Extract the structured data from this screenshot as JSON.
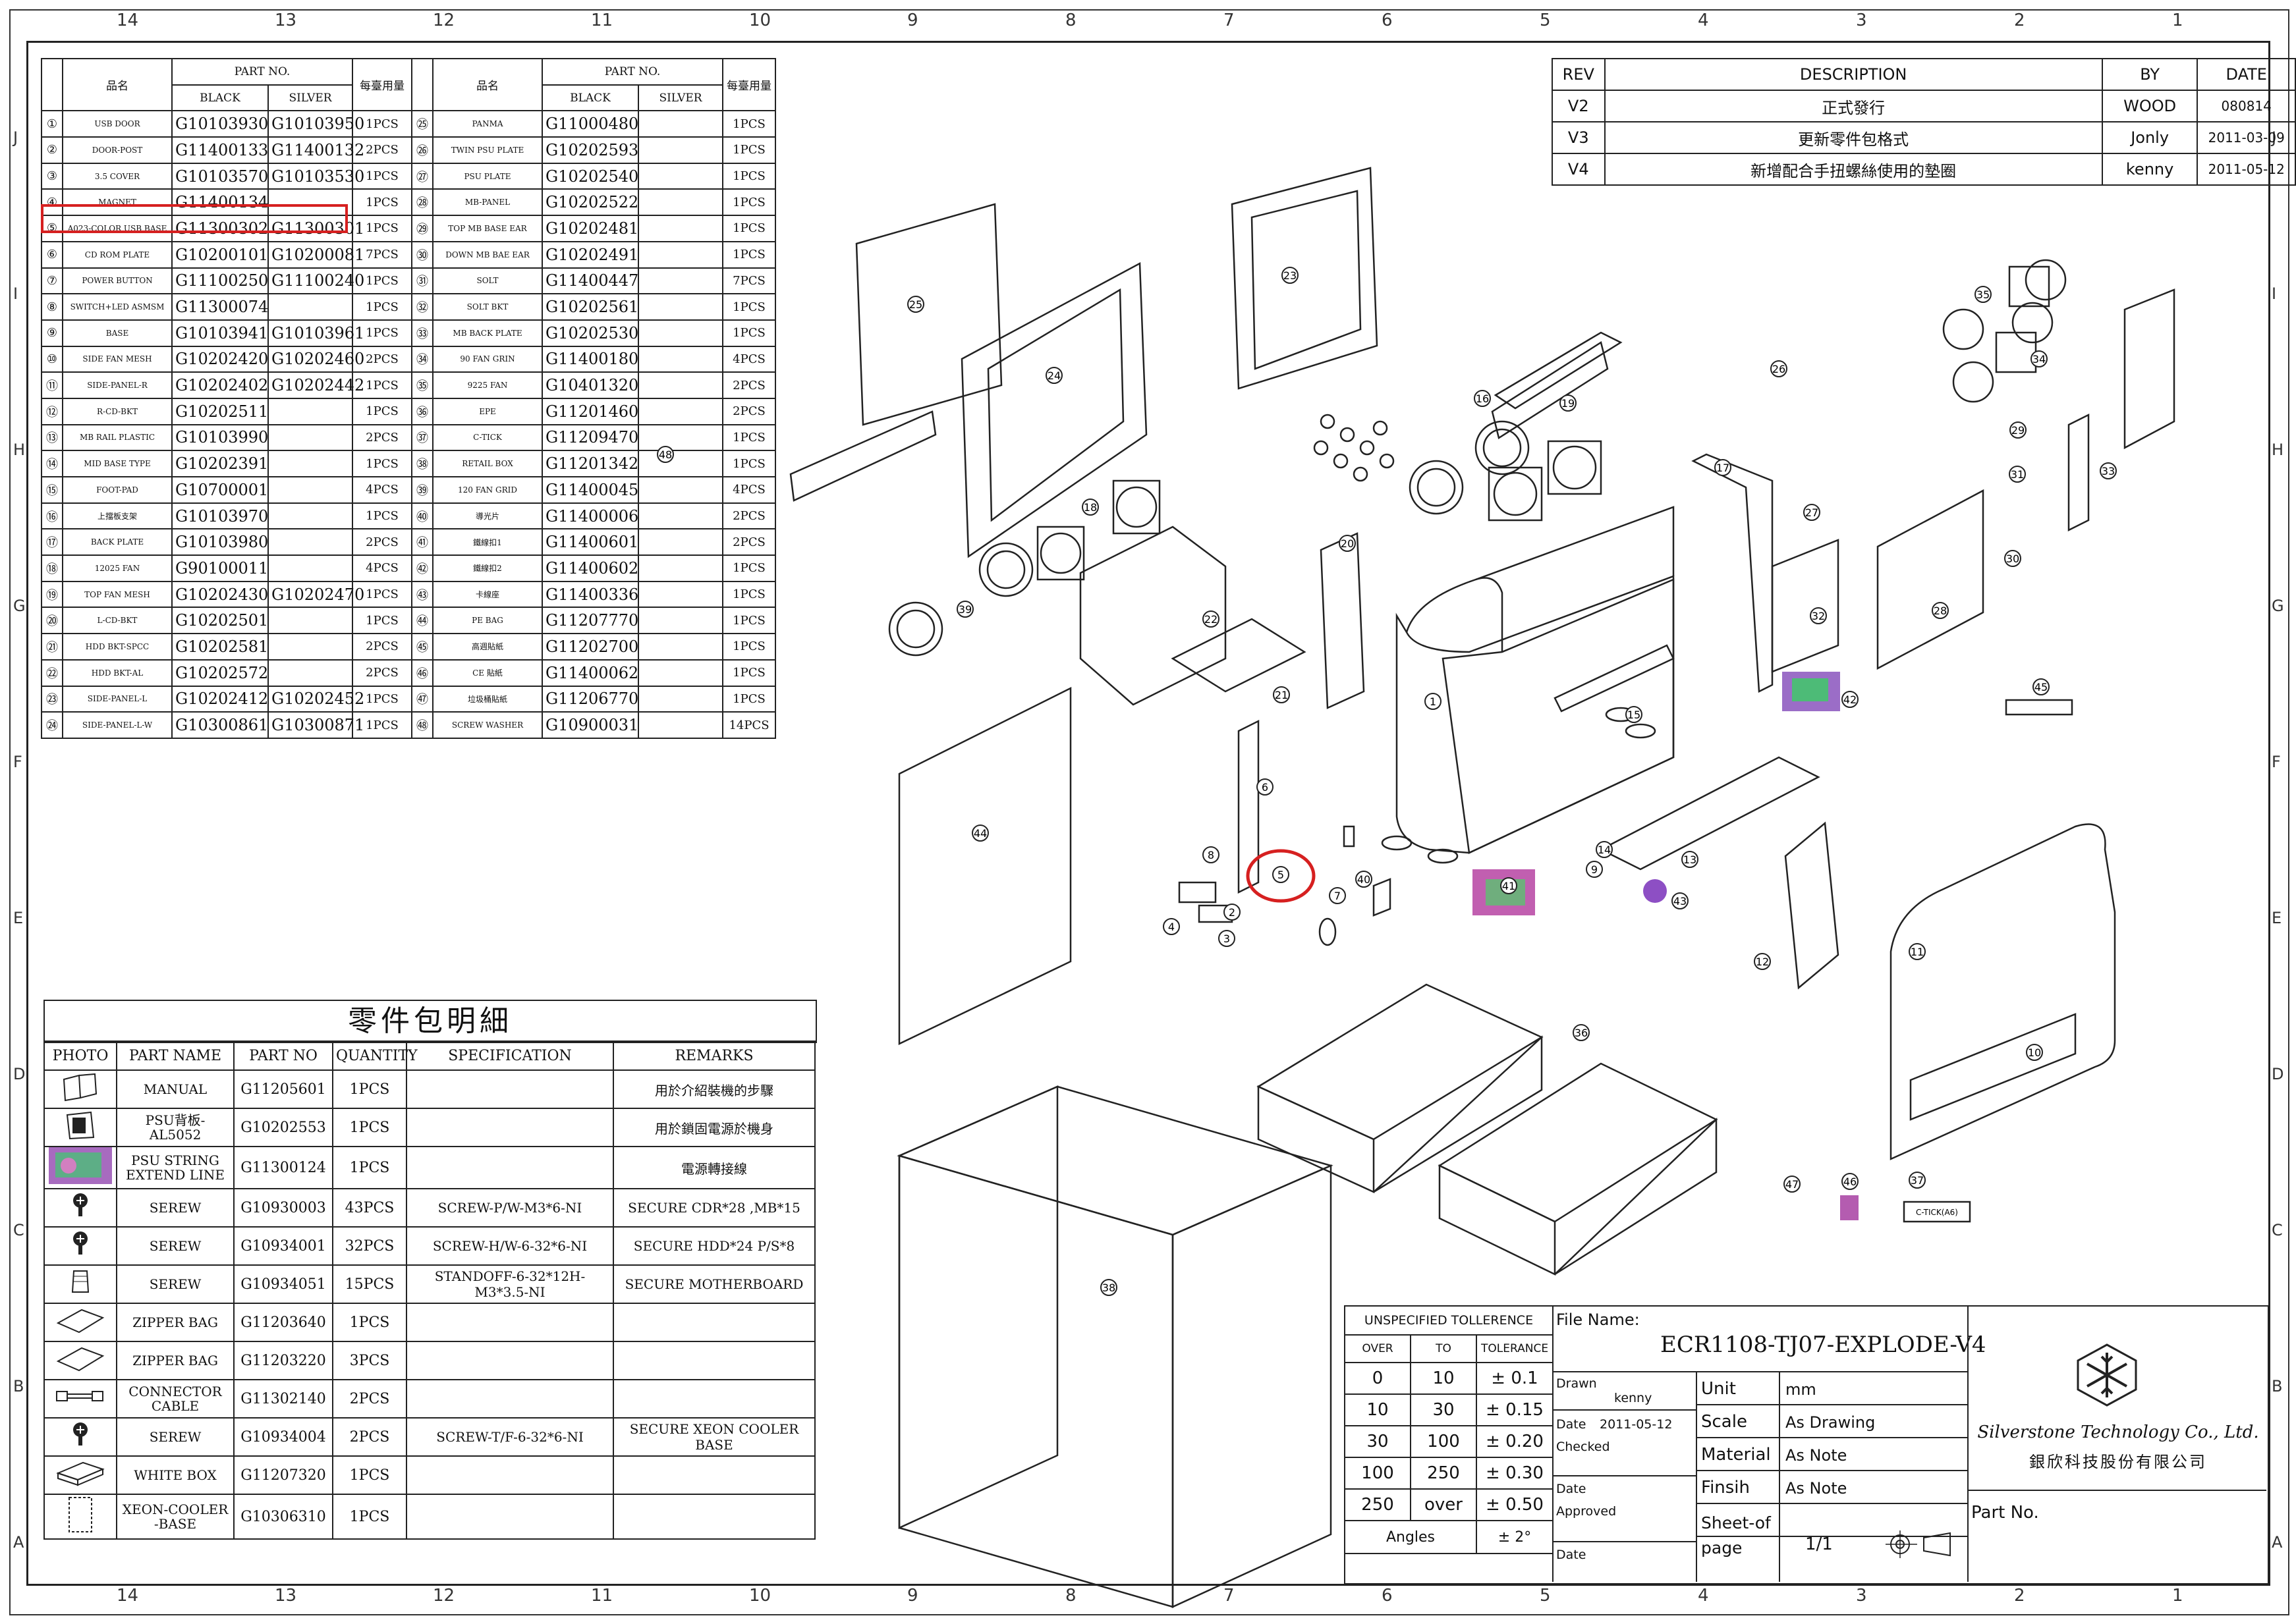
{
  "zones": {
    "columns": [
      "14",
      "13",
      "12",
      "11",
      "10",
      "9",
      "8",
      "7",
      "6",
      "5",
      "4",
      "3",
      "2",
      "1"
    ],
    "rows": [
      "J",
      "I",
      "H",
      "G",
      "F",
      "E",
      "D",
      "C",
      "B",
      "A"
    ]
  },
  "parts_table": {
    "header": {
      "name": "品名",
      "part_no": "PART NO.",
      "black": "BLACK",
      "silver": "SILVER",
      "qty": "每臺用量"
    },
    "left": [
      {
        "no": "①",
        "name": "USB DOOR",
        "black": "G10103930",
        "silver": "G10103950",
        "qty": "1PCS"
      },
      {
        "no": "②",
        "name": "DOOR-POST",
        "black": "G11400133",
        "silver": "G11400132",
        "qty": "2PCS"
      },
      {
        "no": "③",
        "name": "3.5 COVER",
        "black": "G10103570",
        "silver": "G10103530",
        "qty": "1PCS"
      },
      {
        "no": "④",
        "name": "MAGNET",
        "black": "G11400134",
        "silver": "",
        "qty": "1PCS"
      },
      {
        "no": "⑤",
        "name": "A023-COLOR USB BASE",
        "black": "G11300302",
        "silver": "G11300301",
        "qty": "1PCS"
      },
      {
        "no": "⑥",
        "name": "CD ROM PLATE",
        "black": "G10200101",
        "silver": "G10200081",
        "qty": "7PCS"
      },
      {
        "no": "⑦",
        "name": "POWER BUTTON",
        "black": "G11100250",
        "silver": "G11100240",
        "qty": "1PCS"
      },
      {
        "no": "⑧",
        "name": "SWITCH+LED ASMSM",
        "black": "G11300074",
        "silver": "",
        "qty": "1PCS"
      },
      {
        "no": "⑨",
        "name": "BASE",
        "black": "G10103941",
        "silver": "G10103961",
        "qty": "1PCS"
      },
      {
        "no": "⑩",
        "name": "SIDE FAN MESH",
        "black": "G10202420",
        "silver": "G10202460",
        "qty": "2PCS"
      },
      {
        "no": "⑪",
        "name": "SIDE-PANEL-R",
        "black": "G10202402",
        "silver": "G10202442",
        "qty": "1PCS"
      },
      {
        "no": "⑫",
        "name": "R-CD-BKT",
        "black": "G10202511",
        "silver": "",
        "qty": "1PCS"
      },
      {
        "no": "⑬",
        "name": "MB RAIL PLASTIC",
        "black": "G10103990",
        "silver": "",
        "qty": "2PCS"
      },
      {
        "no": "⑭",
        "name": "MID BASE TYPE",
        "black": "G10202391",
        "silver": "",
        "qty": "1PCS"
      },
      {
        "no": "⑮",
        "name": "FOOT-PAD",
        "black": "G10700001",
        "silver": "",
        "qty": "4PCS"
      },
      {
        "no": "⑯",
        "name": "上擋板支架",
        "black": "G10103970",
        "silver": "",
        "qty": "1PCS"
      },
      {
        "no": "⑰",
        "name": "BACK PLATE",
        "black": "G10103980",
        "silver": "",
        "qty": "2PCS"
      },
      {
        "no": "⑱",
        "name": "12025 FAN",
        "black": "G90100011",
        "silver": "",
        "qty": "4PCS"
      },
      {
        "no": "⑲",
        "name": "TOP FAN MESH",
        "black": "G10202430",
        "silver": "G10202470",
        "qty": "1PCS"
      },
      {
        "no": "⑳",
        "name": "L-CD-BKT",
        "black": "G10202501",
        "silver": "",
        "qty": "1PCS"
      },
      {
        "no": "㉑",
        "name": "HDD BKT-SPCC",
        "black": "G10202581",
        "silver": "",
        "qty": "2PCS"
      },
      {
        "no": "㉒",
        "name": "HDD BKT-AL",
        "black": "G10202572",
        "silver": "",
        "qty": "2PCS"
      },
      {
        "no": "㉓",
        "name": "SIDE-PANEL-L",
        "black": "G10202412",
        "silver": "G10202452",
        "qty": "1PCS"
      },
      {
        "no": "㉔",
        "name": "SIDE-PANEL-L-W",
        "black": "G10300861",
        "silver": "G10300871",
        "qty": "1PCS"
      }
    ],
    "right": [
      {
        "no": "㉕",
        "name": "PANMA",
        "black": "G11000480",
        "silver": "",
        "qty": "1PCS"
      },
      {
        "no": "㉖",
        "name": "TWIN PSU PLATE",
        "black": "G10202593",
        "silver": "",
        "qty": "1PCS"
      },
      {
        "no": "㉗",
        "name": "PSU PLATE",
        "black": "G10202540",
        "silver": "",
        "qty": "1PCS"
      },
      {
        "no": "㉘",
        "name": "MB-PANEL",
        "black": "G10202522",
        "silver": "",
        "qty": "1PCS"
      },
      {
        "no": "㉙",
        "name": "TOP MB BASE EAR",
        "black": "G10202481",
        "silver": "",
        "qty": "1PCS"
      },
      {
        "no": "㉚",
        "name": "DOWN MB BAE EAR",
        "black": "G10202491",
        "silver": "",
        "qty": "1PCS"
      },
      {
        "no": "㉛",
        "name": "SOLT",
        "black": "G11400447",
        "silver": "",
        "qty": "7PCS"
      },
      {
        "no": "㉜",
        "name": "SOLT BKT",
        "black": "G10202561",
        "silver": "",
        "qty": "1PCS"
      },
      {
        "no": "㉝",
        "name": "MB BACK PLATE",
        "black": "G10202530",
        "silver": "",
        "qty": "1PCS"
      },
      {
        "no": "㉞",
        "name": "90 FAN GRIN",
        "black": "G11400180",
        "silver": "",
        "qty": "4PCS"
      },
      {
        "no": "㉟",
        "name": "9225 FAN",
        "black": "G10401320",
        "silver": "",
        "qty": "2PCS"
      },
      {
        "no": "㊱",
        "name": "EPE",
        "black": "G11201460",
        "silver": "",
        "qty": "2PCS"
      },
      {
        "no": "㊲",
        "name": "C-TICK",
        "black": "G11209470",
        "silver": "",
        "qty": "1PCS"
      },
      {
        "no": "㊳",
        "name": "RETAIL BOX",
        "black": "G11201342",
        "silver": "",
        "qty": "1PCS"
      },
      {
        "no": "㊴",
        "name": "120 FAN GRID",
        "black": "G11400045",
        "silver": "",
        "qty": "4PCS"
      },
      {
        "no": "㊵",
        "name": "導光片",
        "black": "G11400006",
        "silver": "",
        "qty": "2PCS"
      },
      {
        "no": "㊶",
        "name": "鐵線扣1",
        "black": "G11400601",
        "silver": "",
        "qty": "2PCS"
      },
      {
        "no": "㊷",
        "name": "鐵線扣2",
        "black": "G11400602",
        "silver": "",
        "qty": "1PCS"
      },
      {
        "no": "㊸",
        "name": "卡線座",
        "black": "G11400336",
        "silver": "",
        "qty": "1PCS"
      },
      {
        "no": "㊹",
        "name": "PE BAG",
        "black": "G11207770",
        "silver": "",
        "qty": "1PCS"
      },
      {
        "no": "㊺",
        "name": "高週貼紙",
        "black": "G11202700",
        "silver": "",
        "qty": "1PCS"
      },
      {
        "no": "㊻",
        "name": "CE 貼紙",
        "black": "G11400062",
        "silver": "",
        "qty": "1PCS"
      },
      {
        "no": "㊼",
        "name": "垃圾桶貼紙",
        "black": "G11206770",
        "silver": "",
        "qty": "1PCS"
      },
      {
        "no": "㊽",
        "name": "SCREW WASHER",
        "black": "G10900031",
        "silver": "",
        "qty": "14PCS"
      }
    ]
  },
  "revisions": {
    "header": {
      "rev": "REV",
      "desc": "DESCRIPTION",
      "by": "BY",
      "date": "DATE"
    },
    "rows": [
      {
        "rev": "V2",
        "desc": "正式發行",
        "by": "WOOD",
        "date": "080814"
      },
      {
        "rev": "V3",
        "desc": "更新零件包格式",
        "by": "Jonly",
        "date": "2011-03-09"
      },
      {
        "rev": "V4",
        "desc": "新增配合手扭螺絲使用的墊圈",
        "by": "kenny",
        "date": "2011-05-12"
      }
    ]
  },
  "accessory_table": {
    "title": "零件包明細",
    "header": {
      "photo": "PHOTO",
      "part_name": "PART NAME",
      "part_no": "PART NO",
      "qty": "QUANTITY",
      "spec": "SPECIFICATION",
      "remarks": "REMARKS"
    },
    "rows": [
      {
        "icon": "manual-icon",
        "part_name": "MANUAL",
        "part_no": "G11205601",
        "qty": "1PCS",
        "spec": "",
        "remarks": "用於介紹裝機的步驟"
      },
      {
        "icon": "psu-bracket-icon",
        "part_name": "PSU背板-AL5052",
        "part_no": "G10202553",
        "qty": "1PCS",
        "spec": "",
        "remarks": "用於鎖固電源於機身"
      },
      {
        "icon": "psu-string-photo",
        "part_name": "PSU STRING EXTEND LINE",
        "part_no": "G11300124",
        "qty": "1PCS",
        "spec": "",
        "remarks": "電源轉接線"
      },
      {
        "icon": "screw-icon",
        "part_name": "SEREW",
        "part_no": "G10930003",
        "qty": "43PCS",
        "spec": "SCREW-P/W-M3*6-NI",
        "remarks": "SECURE CDR*28 ,MB*15"
      },
      {
        "icon": "screw-icon",
        "part_name": "SEREW",
        "part_no": "G10934001",
        "qty": "32PCS",
        "spec": "SCREW-H/W-6-32*6-NI",
        "remarks": "SECURE HDD*24 P/S*8"
      },
      {
        "icon": "standoff-icon",
        "part_name": "SEREW",
        "part_no": "G10934051",
        "qty": "15PCS",
        "spec": "STANDOFF-6-32*12H-M3*3.5-NI",
        "remarks": "SECURE MOTHERBOARD"
      },
      {
        "icon": "zipper-bag-icon",
        "part_name": "ZIPPER BAG",
        "part_no": "G11203640",
        "qty": "1PCS",
        "spec": "",
        "remarks": ""
      },
      {
        "icon": "zipper-bag-icon",
        "part_name": "ZIPPER BAG",
        "part_no": "G11203220",
        "qty": "3PCS",
        "spec": "",
        "remarks": ""
      },
      {
        "icon": "cable-icon",
        "part_name": "CONNECTOR CABLE",
        "part_no": "G11302140",
        "qty": "2PCS",
        "spec": "",
        "remarks": ""
      },
      {
        "icon": "screw-icon",
        "part_name": "SEREW",
        "part_no": "G10934004",
        "qty": "2PCS",
        "spec": "SCREW-T/F-6-32*6-NI",
        "remarks": "SECURE XEON COOLER BASE"
      },
      {
        "icon": "white-box-icon",
        "part_name": "WHITE BOX",
        "part_no": "G11207320",
        "qty": "1PCS",
        "spec": "",
        "remarks": ""
      },
      {
        "icon": "cooler-base-icon",
        "part_name": "XEON-COOLER -BASE",
        "part_no": "G10306310",
        "qty": "1PCS",
        "spec": "",
        "remarks": ""
      }
    ]
  },
  "title_block": {
    "tolerance": {
      "title": "UNSPECIFIED  TOLLERENCE",
      "header": {
        "over": "OVER",
        "to": "TO",
        "tol": "TOLERANCE"
      },
      "rows": [
        {
          "over": "0",
          "to": "10",
          "tol": "± 0.1"
        },
        {
          "over": "10",
          "to": "30",
          "tol": "± 0.15"
        },
        {
          "over": "30",
          "to": "100",
          "tol": "± 0.20"
        },
        {
          "over": "100",
          "to": "250",
          "tol": "± 0.30"
        },
        {
          "over": "250",
          "to": "over",
          "tol": "± 0.50"
        }
      ],
      "angles_label": "Angles",
      "angles_tol": "± 2°"
    },
    "file_name_label": "File Name:",
    "file_name": "ECR1108-TJ07-EXPLODE-V4",
    "drawn_label": "Drawn",
    "drawn_by": "kenny",
    "date_label": "Date",
    "date": "2011-05-12",
    "checked_label": "Checked",
    "approved_label": "Approved",
    "unit_label": "Unit",
    "unit": "mm",
    "scale_label": "Scale",
    "scale": "As Drawing",
    "material_label": "Material",
    "material": "As Note",
    "finish_label": "Finsih",
    "finish": "As Note",
    "sheet_label": "Sheet-of page",
    "sheet": "1/1",
    "company_en": "Silverstone Technology Co., Ltd.",
    "company_zh": "銀欣科技股份有限公司",
    "part_no_label": "Part No."
  },
  "callouts": [
    "1",
    "2",
    "3",
    "4",
    "5",
    "6",
    "7",
    "8",
    "9",
    "10",
    "11",
    "12",
    "13",
    "14",
    "15",
    "16",
    "17",
    "18",
    "19",
    "20",
    "21",
    "22",
    "23",
    "24",
    "25",
    "26",
    "27",
    "28",
    "29",
    "30",
    "31",
    "32",
    "33",
    "34",
    "35",
    "36",
    "37",
    "38",
    "39",
    "40",
    "41",
    "42",
    "43",
    "44",
    "45",
    "46",
    "47",
    "48"
  ],
  "ctick_label": "C-TICK(A6)",
  "highlight_color": "#d62020"
}
